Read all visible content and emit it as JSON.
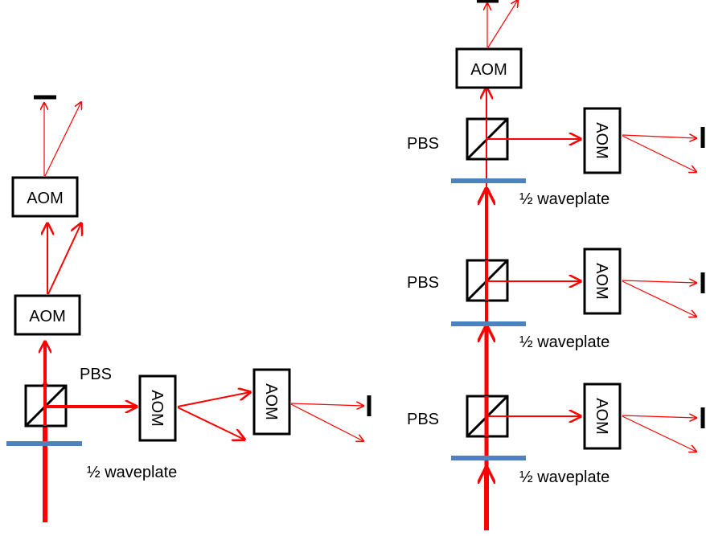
{
  "labels": {
    "aom": "AOM",
    "pbs": "PBS",
    "waveplate": "½ waveplate"
  },
  "colors": {
    "beam": "#FF0000",
    "waveplate": "#4F81BD",
    "outline": "#000000"
  }
}
